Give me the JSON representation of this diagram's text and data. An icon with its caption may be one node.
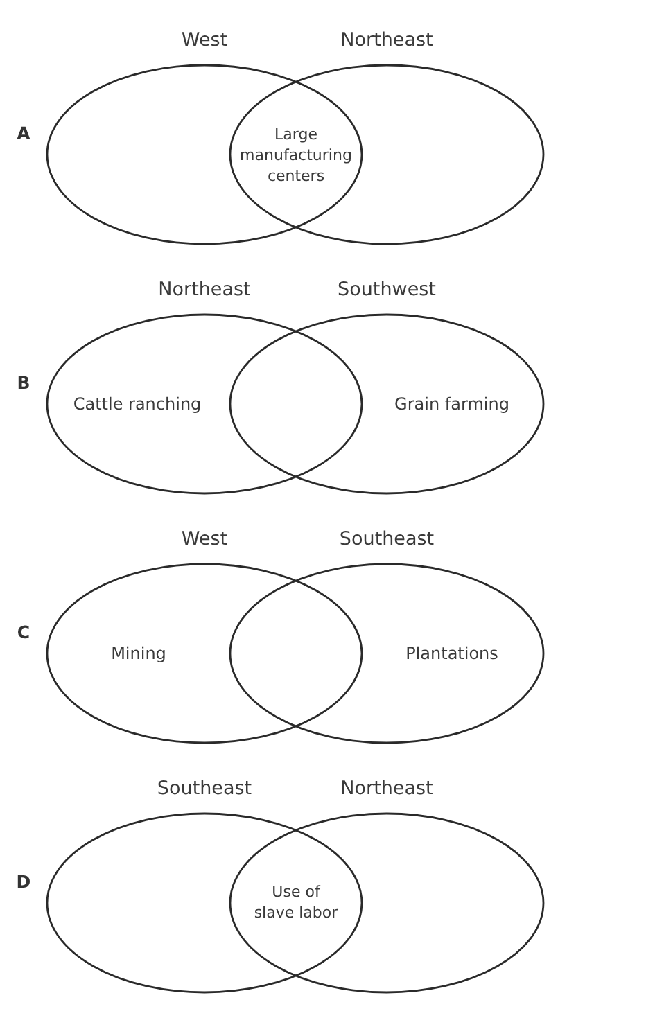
{
  "diagram": {
    "nodes": [
      {
        "text": [
          "West"
        ]
      },
      {
        "text": [
          "Northeast"
        ]
      },
      {
        "text": [
          "Northeast",
          "Cattle ranching"
        ]
      },
      {
        "text": [
          "Southwest",
          "Grain farming"
        ]
      },
      {
        "text": [
          "West",
          "Mining"
        ]
      },
      {
        "text": [
          "Southeast",
          "Plantations"
        ]
      },
      {
        "text": [
          "Southeast"
        ]
      },
      {
        "text": [
          "Northeast"
        ]
      }
    ],
    "labels": [
      "A",
      "Large manufacturing centers",
      "B",
      "C",
      "D",
      "Use of slave labor"
    ]
  }
}
